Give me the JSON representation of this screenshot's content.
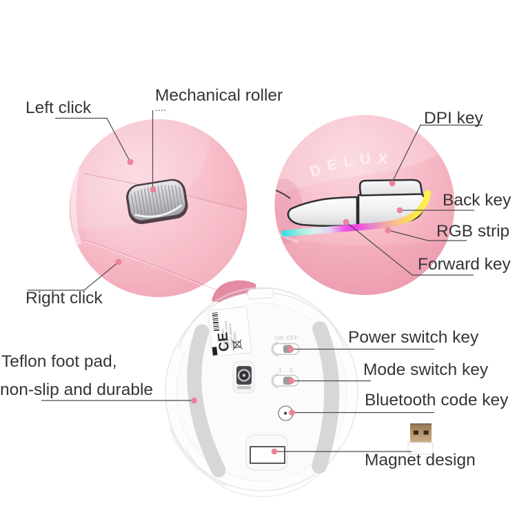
{
  "figure_type": "annotated product diagram",
  "product": "wireless vertical mouse, pink, brand DELUX",
  "mouse_top_view": {
    "brand_text": "DELUX",
    "callouts": [
      {
        "label": "Left click"
      },
      {
        "label": "Mechanical roller"
      },
      {
        "label": "Right click"
      }
    ]
  },
  "mouse_side_view": {
    "callouts": [
      {
        "label": "DPI key"
      },
      {
        "label": "Back key"
      },
      {
        "label": "RGB strip"
      },
      {
        "label": "Forward key"
      }
    ]
  },
  "mouse_bottom_view": {
    "power_marking": "ON OFF",
    "mode_marking": "1  2",
    "sticker": {
      "ce_text": "CE",
      "lines": [
        "S/N  MN38mm",
        "Rating: 1.5V--50mA",
        "2.4G/BT Wireless",
        "ID: 23085C"
      ]
    },
    "callouts": [
      {
        "label": "Power switch key"
      },
      {
        "label": "Mode switch key"
      },
      {
        "label": "Bluetooth code key"
      },
      {
        "label": "Magnet design"
      },
      {
        "label_line1": "Teflon foot pad,",
        "label_line2": "non-slip and durable"
      }
    ]
  },
  "labels": {
    "left_click": "Left click",
    "mechanical_roller": "Mechanical roller",
    "dpi_key": "DPI key",
    "back_key": "Back key",
    "rgb_strip": "RGB strip",
    "forward_key": "Forward key",
    "right_click": "Right click",
    "teflon_line1": "Teflon foot pad,",
    "teflon_line2": "non-slip and durable",
    "power_switch": "Power switch key",
    "mode_switch": "Mode switch key",
    "bluetooth_code": "Bluetooth code key",
    "magnet_design": "Magnet design"
  },
  "markings": {
    "brand": "DELUX",
    "power_on": "ON",
    "power_off": "OFF",
    "mode_1": "1",
    "mode_2": "2",
    "ce": "CE"
  },
  "colors": {
    "background": "#ffffff",
    "label_text": "#353535",
    "callout_line": "#4a4a4a",
    "callout_dot": "#ee8399",
    "mouse_pink": "#f4afbe",
    "mouse_pink_light": "#f9c9d4",
    "mouse_pink_deep": "#ec96a9",
    "bottom_white": "#fbfbfc",
    "foot_pad_gray": "#d9d9db",
    "roller_silver": "#c9c9cd",
    "usb_gold": "#b59872",
    "rgb_strip_gradient": [
      "#3fdde6",
      "#c9f0ea",
      "#e3d3f0",
      "#ee3fe0",
      "#ef9ab4",
      "#f7c08c",
      "#ffe93e"
    ]
  }
}
